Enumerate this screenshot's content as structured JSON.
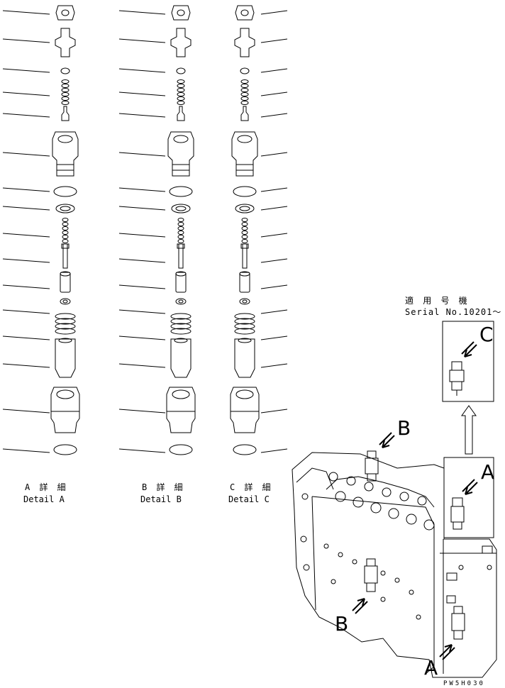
{
  "details": [
    {
      "id": "A",
      "title": "A 詳 細",
      "subtitle": "Detail A"
    },
    {
      "id": "B",
      "title": "B 詳 細",
      "subtitle": "Detail B"
    },
    {
      "id": "C",
      "title": "C 詳 細",
      "subtitle": "Detail C"
    }
  ],
  "serial_note": {
    "line1": "適 用 号 機",
    "line2": "Serial No.10201～"
  },
  "view_letters": {
    "a_box": "A",
    "c_box": "C",
    "b_top": "B",
    "b_left": "B",
    "a_bottom": "A"
  },
  "drawing_code": "PW5H030"
}
